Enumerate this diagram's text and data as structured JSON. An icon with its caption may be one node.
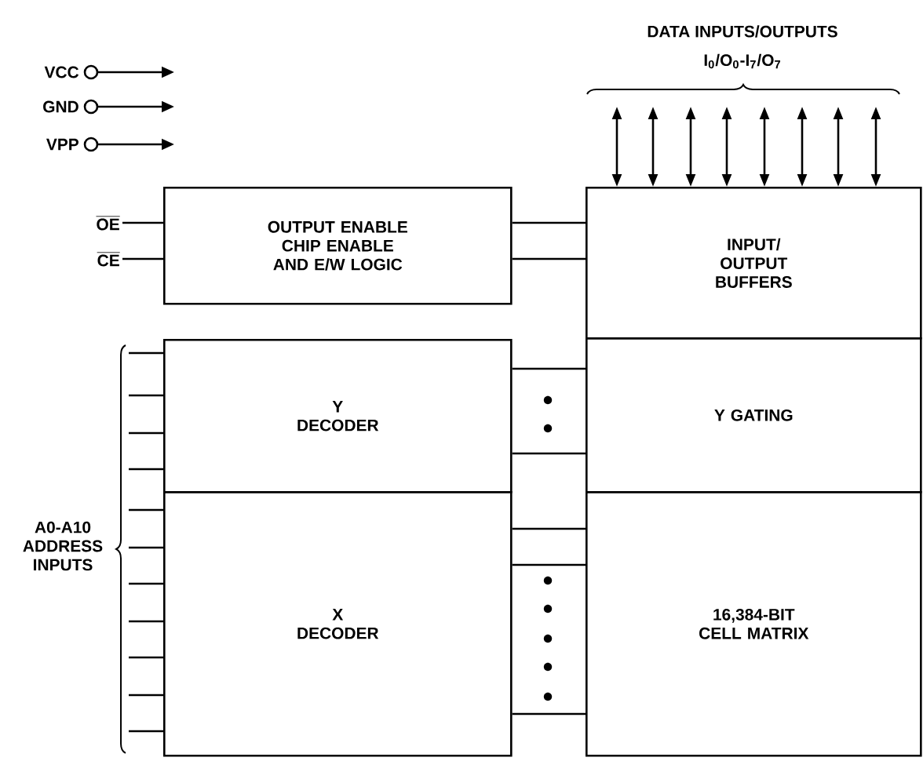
{
  "diagram": {
    "nodes": [
      {
        "text": [
          "VCC"
        ]
      },
      {
        "text": [
          "GND"
        ]
      },
      {
        "text": [
          "VPP"
        ]
      },
      {
        "text": [
          "OE"
        ]
      },
      {
        "text": [
          "CE"
        ]
      },
      {
        "text": [
          "OUTPUT ENABLE CHIP ENABLE AND E/W LOGIC"
        ]
      },
      {
        "text": [
          "INPUT/ OUTPUT BUFFERS"
        ]
      },
      {
        "text": [
          "Y DECODER"
        ]
      },
      {
        "text": [
          "Y GATING"
        ]
      },
      {
        "text": [
          "X DECODER"
        ]
      },
      {
        "text": [
          "16,384-BIT CELL MATRIX"
        ]
      }
    ],
    "edges": [
      {
        "from": 0,
        "to": null,
        "arrow": "to"
      },
      {
        "from": 1,
        "to": null,
        "arrow": "to"
      },
      {
        "from": 2,
        "to": null,
        "arrow": "to"
      },
      {
        "from": 3,
        "to": 5,
        "arrow": "none"
      },
      {
        "from": 4,
        "to": 5,
        "arrow": "none"
      },
      {
        "from": 5,
        "to": 6,
        "arrow": "none"
      },
      {
        "from": 5,
        "to": 6,
        "arrow": "none"
      },
      {
        "from": null,
        "to": 6,
        "arrow": "both"
      },
      {
        "from": null,
        "to": 6,
        "arrow": "both"
      },
      {
        "from": null,
        "to": 6,
        "arrow": "both"
      },
      {
        "from": null,
        "to": 6,
        "arrow": "both"
      },
      {
        "from": null,
        "to": 6,
        "arrow": "both"
      },
      {
        "from": null,
        "to": 6,
        "arrow": "both"
      },
      {
        "from": null,
        "to": 6,
        "arrow": "both"
      },
      {
        "from": null,
        "to": 6,
        "arrow": "both"
      },
      {
        "from": 7,
        "to": 8,
        "arrow": "none"
      },
      {
        "from": 9,
        "to": 10,
        "arrow": "none"
      },
      {
        "from": 9,
        "to": 10,
        "arrow": "none"
      },
      {
        "from": null,
        "to": 7,
        "arrow": "none"
      },
      {
        "from": null,
        "to": 7,
        "arrow": "none"
      },
      {
        "from": null,
        "to": 7,
        "arrow": "none"
      },
      {
        "from": null,
        "to": 7,
        "arrow": "none"
      },
      {
        "from": null,
        "to": 9,
        "arrow": "none"
      },
      {
        "from": null,
        "to": 9,
        "arrow": "none"
      },
      {
        "from": null,
        "to": 9,
        "arrow": "none"
      },
      {
        "from": null,
        "to": 9,
        "arrow": "none"
      },
      {
        "from": null,
        "to": 9,
        "arrow": "none"
      },
      {
        "from": null,
        "to": 9,
        "arrow": "none"
      },
      {
        "from": null,
        "to": 9,
        "arrow": "none"
      }
    ],
    "labels": [
      "DATA INPUTS/OUTPUTS",
      "I$_{0}$/O$_{0}$-I$_{7}$/O$_{7}$",
      "A0-A10 ADDRESS INPUTS"
    ]
  }
}
